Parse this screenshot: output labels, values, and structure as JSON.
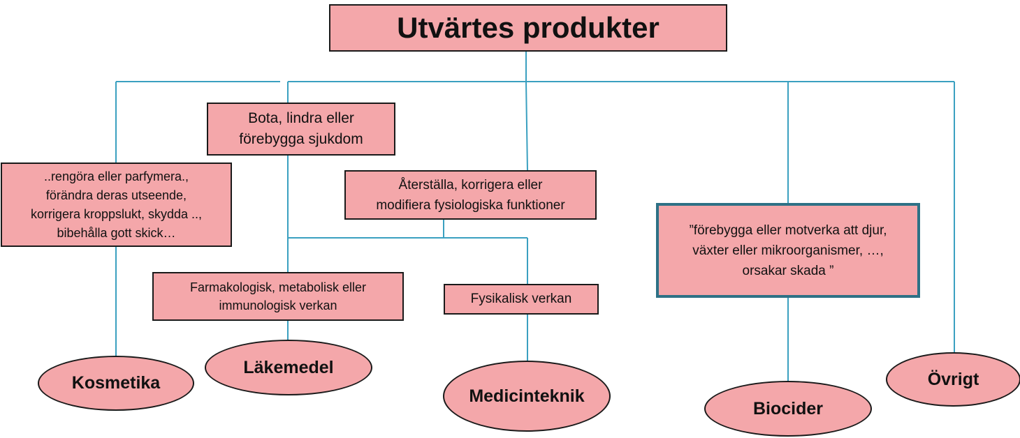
{
  "title": "Utvärtes produkter",
  "boxes": {
    "bota": "Bota, lindra eller\nförebygga sjukdom",
    "kosmetika_desc": "..rengöra eller parfymera.,\nförändra deras utseende,\nkorrigera kroppslukt, skydda ..,\nbibehålla gott skick…",
    "aterstalla": "Återställa, korrigera eller\nmodifiera fysiologiska funktioner",
    "farmakologisk": "Farmakologisk, metabolisk eller\nimmunologisk verkan",
    "fysikalisk": "Fysikalisk verkan",
    "biocider_desc": "”förebygga eller motverka att djur,\nväxter eller mikroorganismer, …,\norsakar skada ”"
  },
  "categories": {
    "kosmetika": "Kosmetika",
    "lakemedel": "Läkemedel",
    "medicinteknik": "Medicinteknik",
    "biocider": "Biocider",
    "ovrigt": "Övrigt"
  },
  "colors": {
    "fill": "#f4a7aa",
    "border": "#1a1a1a",
    "connector": "#3aa0c0",
    "highlight_border": "#2e7186"
  }
}
